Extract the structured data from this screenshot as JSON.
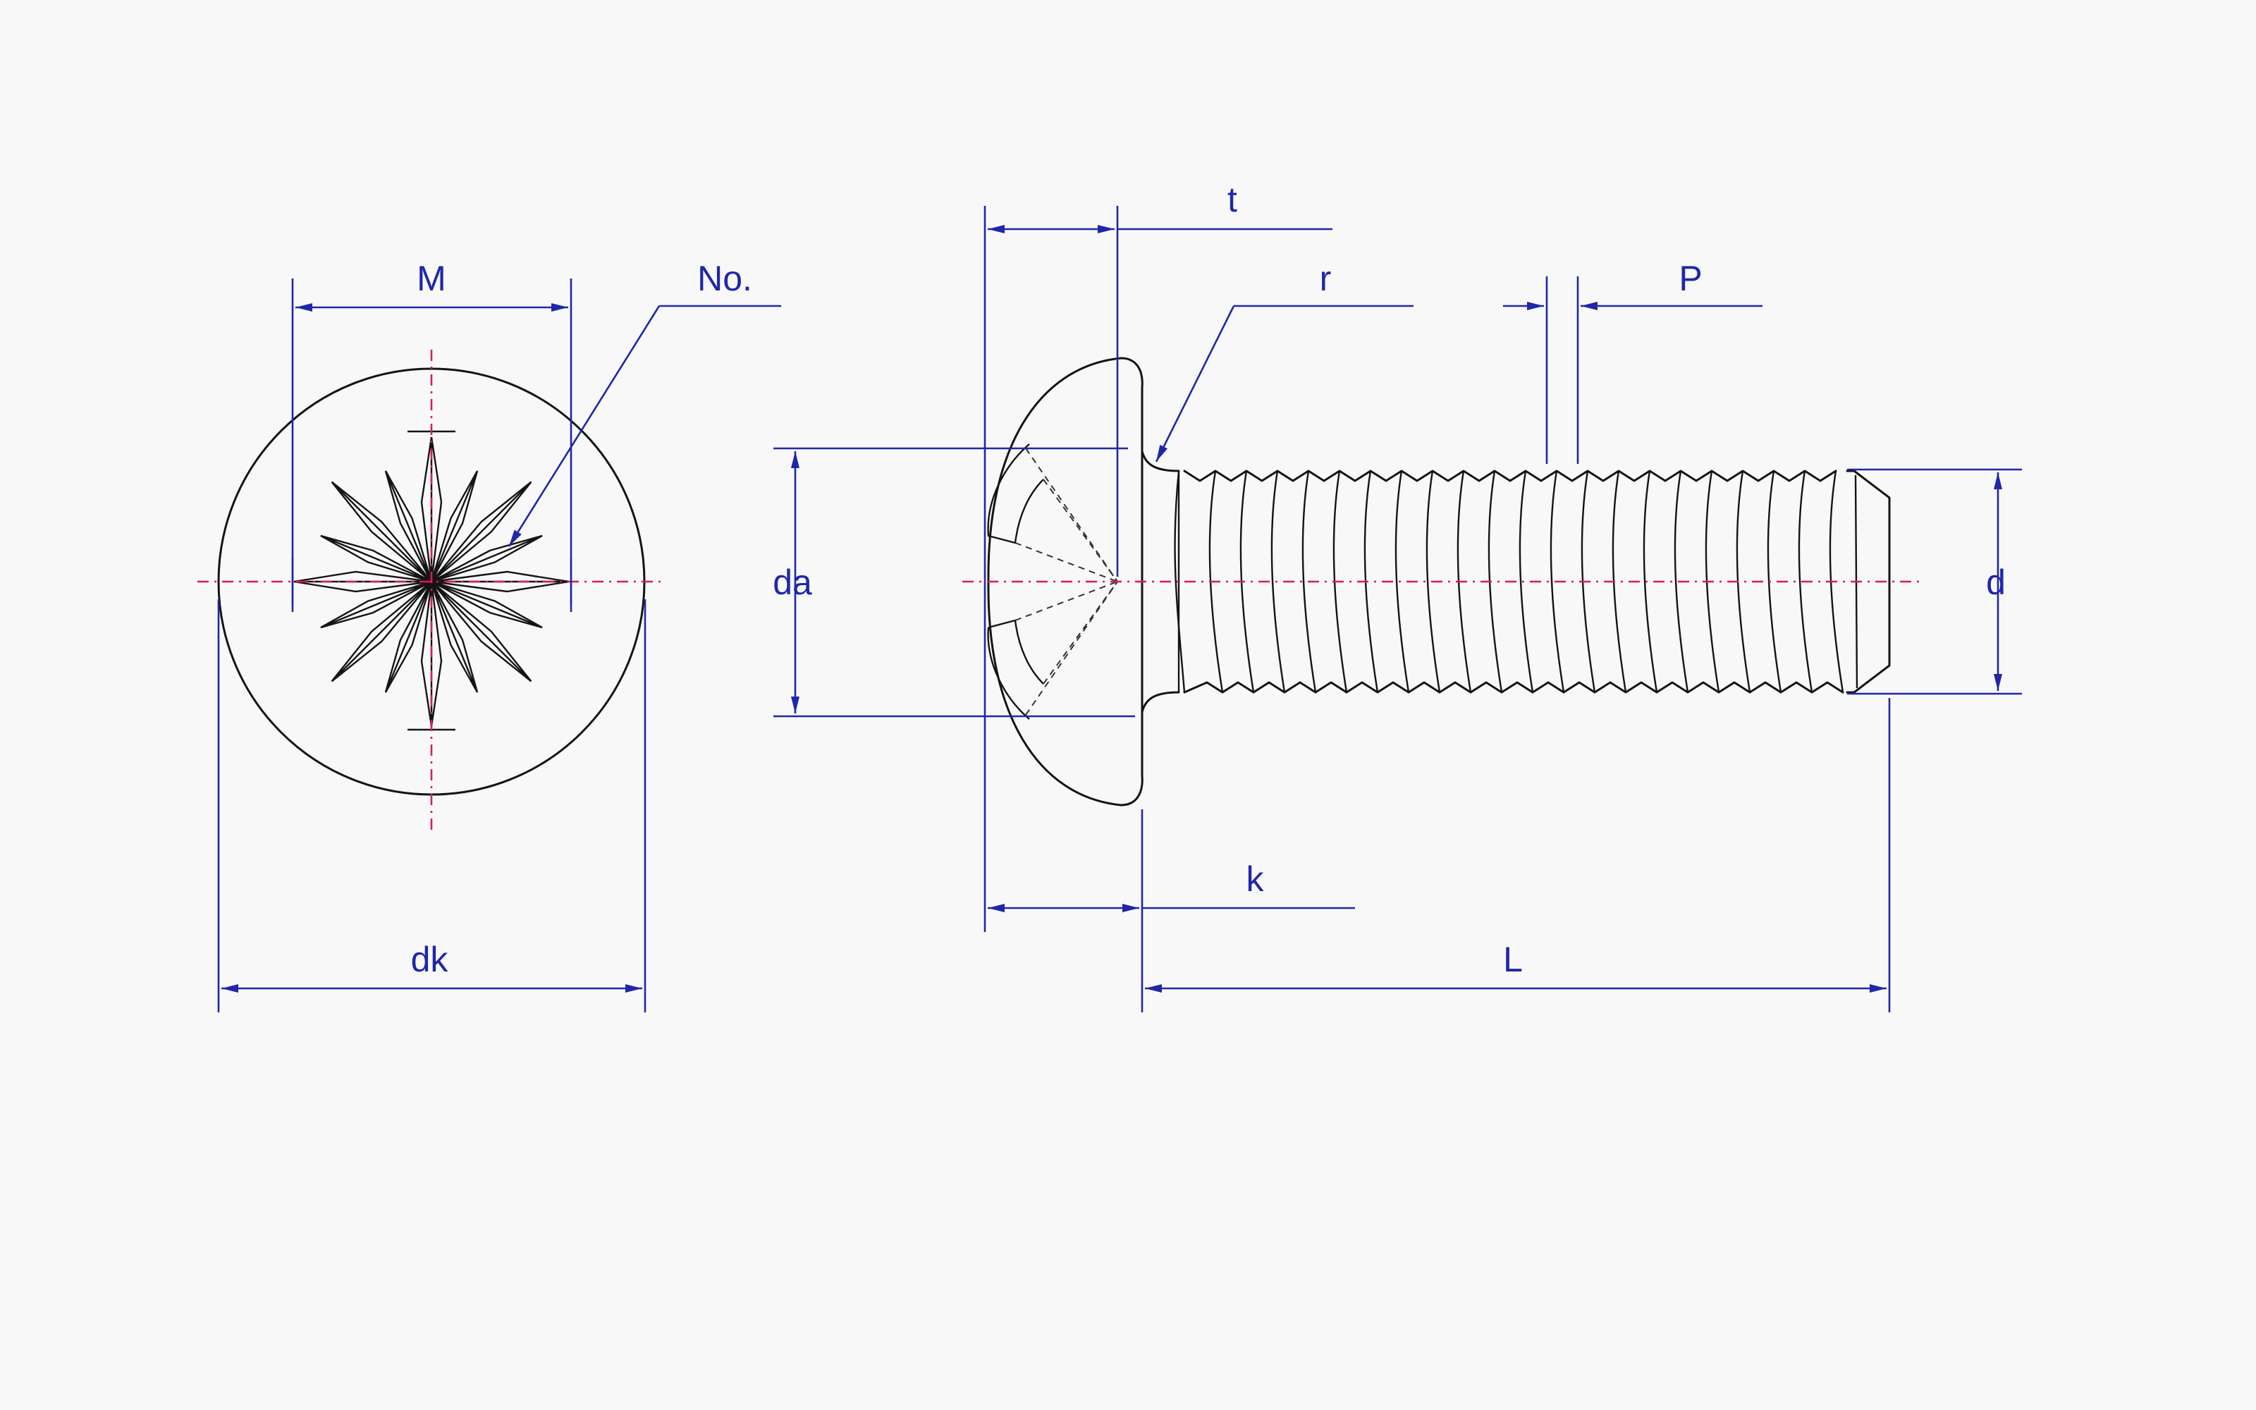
{
  "labels": {
    "M": "M",
    "No": "No.",
    "dk": "dk",
    "t": "t",
    "r": "r",
    "P": "P",
    "da": "da",
    "d": "d",
    "k": "k",
    "L": "L"
  },
  "colors": {
    "outline": "#141414",
    "dimension": "#1f27a8",
    "centerline": "#d81b60",
    "background": "#f8f8f8"
  }
}
